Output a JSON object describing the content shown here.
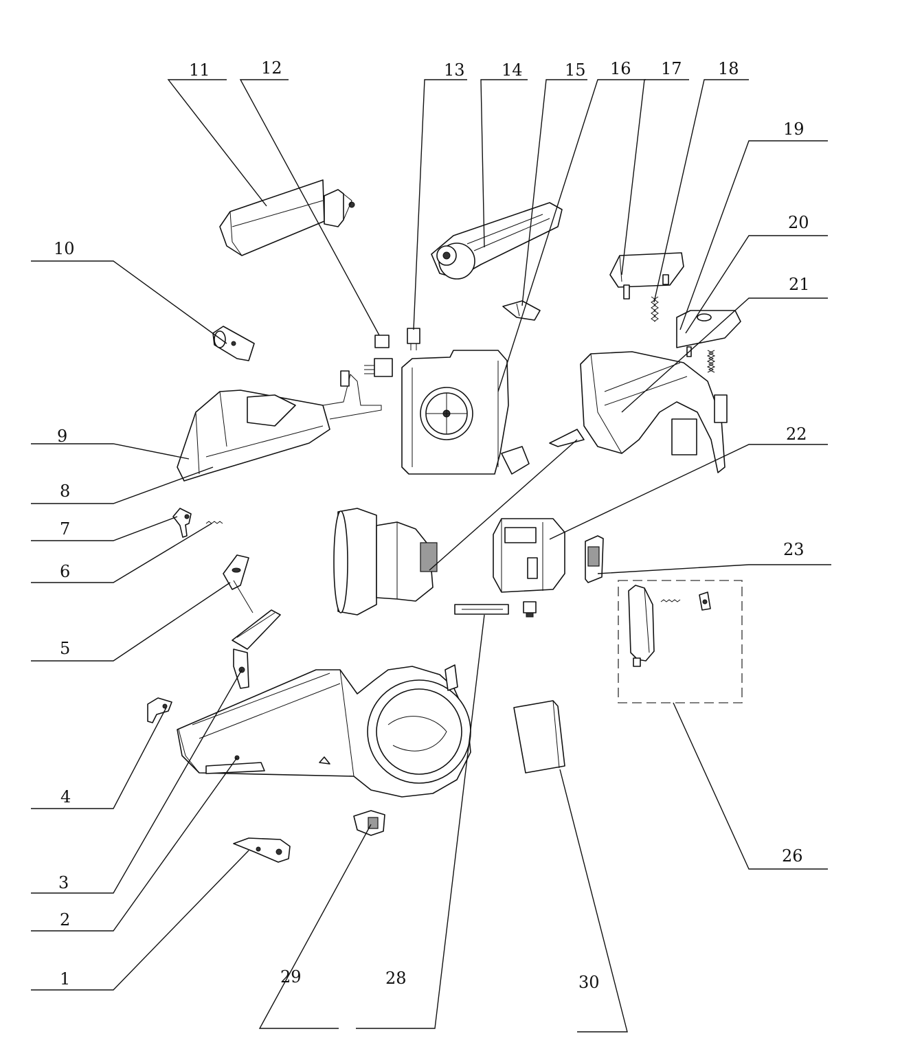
{
  "callouts": [
    {
      "id": "1",
      "text": "1"
    },
    {
      "id": "2",
      "text": "2"
    },
    {
      "id": "3",
      "text": "3"
    },
    {
      "id": "4",
      "text": "4"
    },
    {
      "id": "5",
      "text": "5"
    },
    {
      "id": "6",
      "text": "6"
    },
    {
      "id": "7",
      "text": "7"
    },
    {
      "id": "8",
      "text": "8"
    },
    {
      "id": "9",
      "text": "9"
    },
    {
      "id": "10",
      "text": "10"
    },
    {
      "id": "11",
      "text": "11"
    },
    {
      "id": "12",
      "text": "12"
    },
    {
      "id": "13",
      "text": "13"
    },
    {
      "id": "14",
      "text": "14"
    },
    {
      "id": "15",
      "text": "15"
    },
    {
      "id": "16",
      "text": "16"
    },
    {
      "id": "17",
      "text": "17"
    },
    {
      "id": "18",
      "text": "18"
    },
    {
      "id": "19",
      "text": "19"
    },
    {
      "id": "20",
      "text": "20"
    },
    {
      "id": "21",
      "text": "21"
    },
    {
      "id": "22",
      "text": "22"
    },
    {
      "id": "23",
      "text": "23"
    },
    {
      "id": "26",
      "text": "26"
    },
    {
      "id": "28",
      "text": "28"
    },
    {
      "id": "29",
      "text": "29"
    },
    {
      "id": "30",
      "text": "30"
    }
  ],
  "colors": {
    "line": "#111111",
    "background": "#ffffff",
    "shade": "#9a9a9a"
  }
}
